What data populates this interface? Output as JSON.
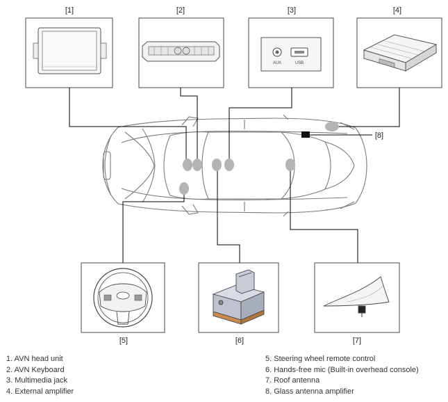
{
  "components": [
    {
      "num": "[1]",
      "name": "AVN head unit",
      "legend": "1. AVN head unit"
    },
    {
      "num": "[2]",
      "name": "AVN Keyboard",
      "legend": "2. AVN Keyboard"
    },
    {
      "num": "[3]",
      "name": "Multimedia jack",
      "legend": "3. Multimedia jack",
      "jack_labels": {
        "aux": "AUX",
        "usb": "USB"
      }
    },
    {
      "num": "[4]",
      "name": "External amplifier",
      "legend": "4. External amplifier"
    },
    {
      "num": "[5]",
      "name": "Steering wheel remote control",
      "legend": "5. Steering wheel remote control"
    },
    {
      "num": "[6]",
      "name": "Hands-free mic (Built-in overhead console)",
      "legend": "6. Hands-free mic (Built-in overhead console)"
    },
    {
      "num": "[7]",
      "name": "Roof antenna",
      "legend": "7. Roof antenna"
    },
    {
      "num": "[8]",
      "name": "Glass antenna amplifier",
      "legend": "8. Glass antenna amplifier"
    }
  ],
  "colors": {
    "line": "#000000",
    "box": "#444444",
    "marker": "#b4b4b4",
    "car_outline": "#7a7a7a"
  }
}
